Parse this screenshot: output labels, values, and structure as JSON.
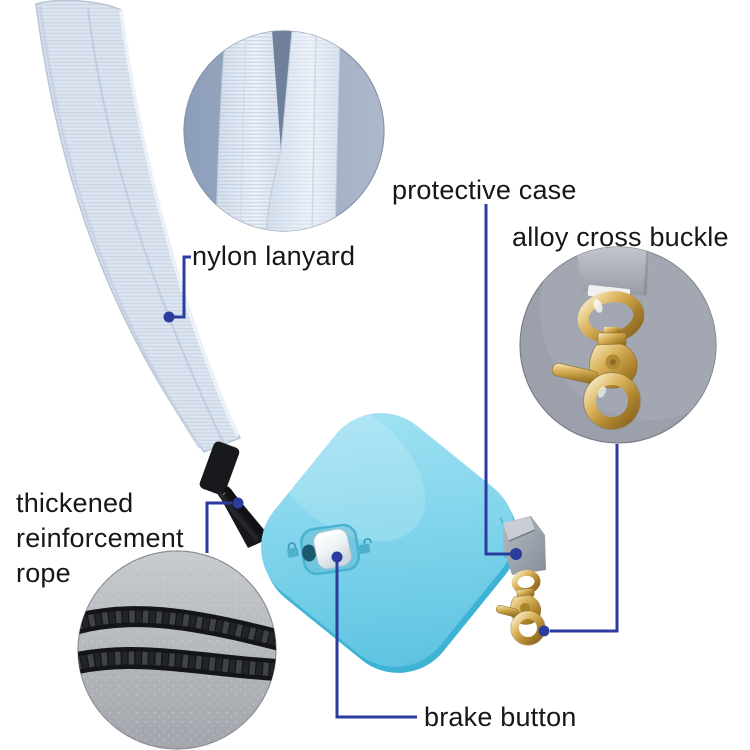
{
  "callouts": {
    "nylon_lanyard": {
      "label": "nylon lanyard"
    },
    "protective_case": {
      "label": "protective case"
    },
    "alloy_cross_buckle": {
      "label": "alloy cross buckle"
    },
    "thickened_reinforcement_rope": {
      "label": "thickened reinforcement rope"
    },
    "brake_button": {
      "label": "brake button"
    }
  },
  "device": {
    "type": "retractable badge reel",
    "body_color": "#7dd2ea",
    "button_color": "#f4f8fa",
    "markings": [
      {
        "icon": "lock-closed-icon"
      },
      {
        "icon": "lock-open-icon"
      }
    ]
  },
  "colors": {
    "background": "#ffffff",
    "connector_line": "#2b3b9e",
    "label_text": "#171717",
    "buckle_gold": "#c9a24f",
    "lanyard_strap": "#dde5f1",
    "reinforcement_rope": "#17181b",
    "protective_clip_gray": "#9aa1ab",
    "detail_circle_lanyard_bg": "#93a4bd",
    "detail_circle_metal_bg": "#9ba0ab",
    "detail_circle_rope_bg": "#b3b6bc"
  }
}
